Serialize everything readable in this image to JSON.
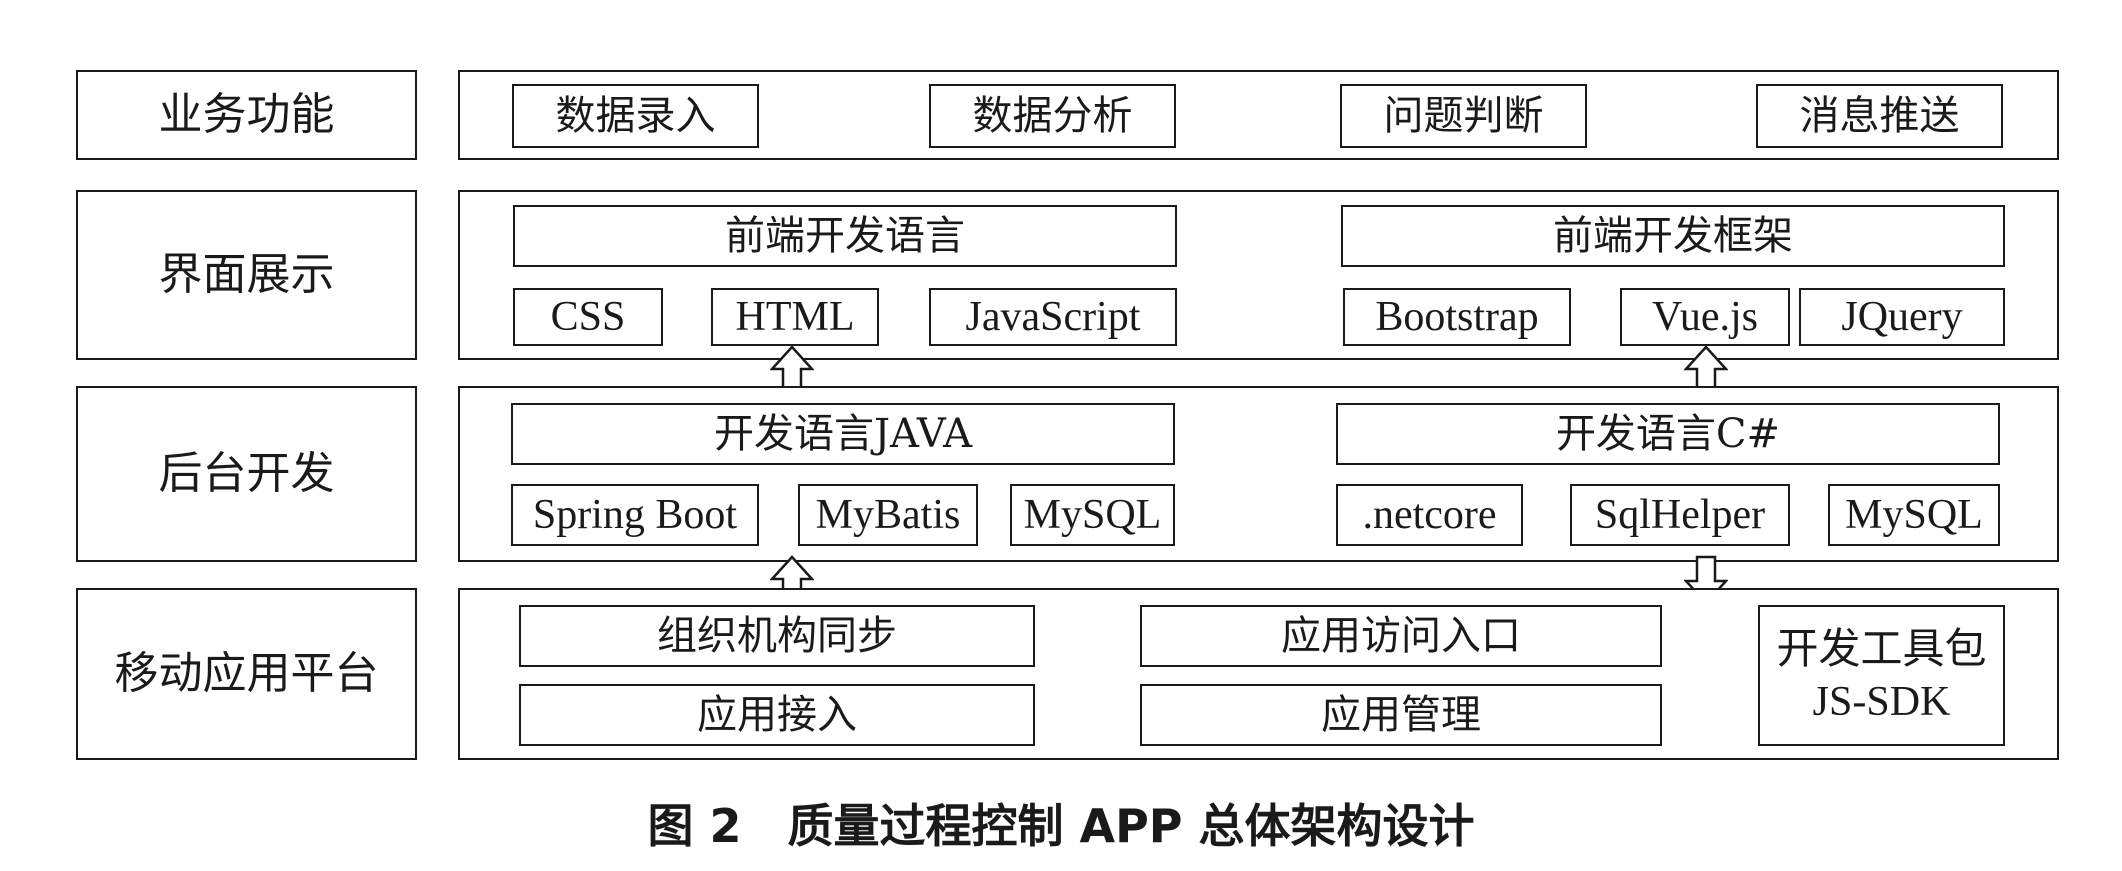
{
  "layers": [
    {
      "label": "业务功能",
      "items": [
        "数据录入",
        "数据分析",
        "问题判断",
        "消息推送"
      ]
    },
    {
      "label": "界面展示",
      "groups": [
        {
          "title": "前端开发语言",
          "items": [
            "CSS",
            "HTML",
            "JavaScript"
          ]
        },
        {
          "title": "前端开发框架",
          "items": [
            "Bootstrap",
            "Vue.js",
            "JQuery"
          ]
        }
      ]
    },
    {
      "label": "后台开发",
      "groups": [
        {
          "title": "开发语言JAVA",
          "items": [
            "Spring Boot",
            "MyBatis",
            "MySQL"
          ]
        },
        {
          "title": "开发语言C#",
          "items": [
            ".netcore",
            "SqlHelper",
            "MySQL"
          ]
        }
      ]
    },
    {
      "label": "移动应用平台",
      "items": [
        "组织机构同步",
        "应用接入",
        "应用访问入口",
        "应用管理"
      ],
      "sdk": {
        "line1": "开发工具包",
        "line2": "JS-SDK"
      }
    }
  ],
  "caption": "图 2　质量过程控制 APP 总体架构设计"
}
